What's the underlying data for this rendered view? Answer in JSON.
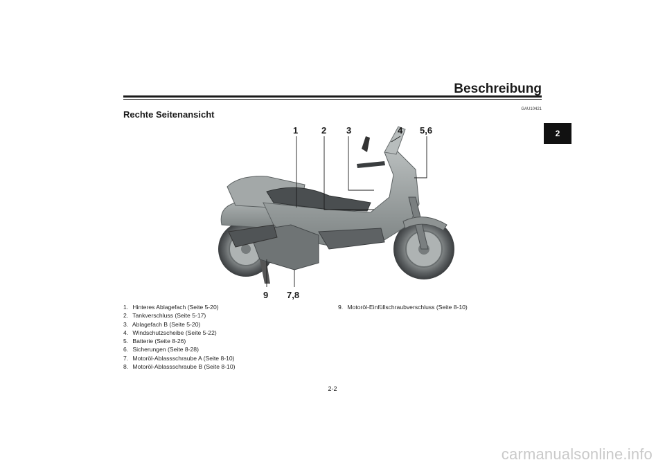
{
  "header": {
    "chapter_title": "Beschreibung",
    "section_title": "Rechte Seitenansicht",
    "doc_code": "GAU10421",
    "chapter_tab": "2"
  },
  "figure": {
    "callouts": [
      "1",
      "2",
      "3",
      "4",
      "5,6",
      "9",
      "7,8"
    ]
  },
  "legend": [
    {
      "num": "1.",
      "text": "Hinteres Ablagefach (Seite 5-20)"
    },
    {
      "num": "2.",
      "text": "Tankverschluss (Seite 5-17)"
    },
    {
      "num": "3.",
      "text": "Ablagefach B (Seite 5-20)"
    },
    {
      "num": "4.",
      "text": "Windschutzscheibe (Seite 5-22)"
    },
    {
      "num": "5.",
      "text": "Batterie (Seite 8-26)"
    },
    {
      "num": "6.",
      "text": "Sicherungen (Seite 8-28)"
    },
    {
      "num": "7.",
      "text": "Motoröl-Ablassschraube A (Seite 8-10)"
    },
    {
      "num": "8.",
      "text": "Motoröl-Ablassschraube B (Seite 8-10)"
    },
    {
      "num": "9.",
      "text": "Motoröl-Einfüllschraubverschluss (Seite 8-10)"
    }
  ],
  "footer": {
    "page_number": "2-2",
    "watermark": "carmanualsonline.info"
  },
  "colors": {
    "body_gray": "#9aa0a0",
    "tire_dark": "#3a3d3f",
    "text": "#1a1a1a"
  }
}
